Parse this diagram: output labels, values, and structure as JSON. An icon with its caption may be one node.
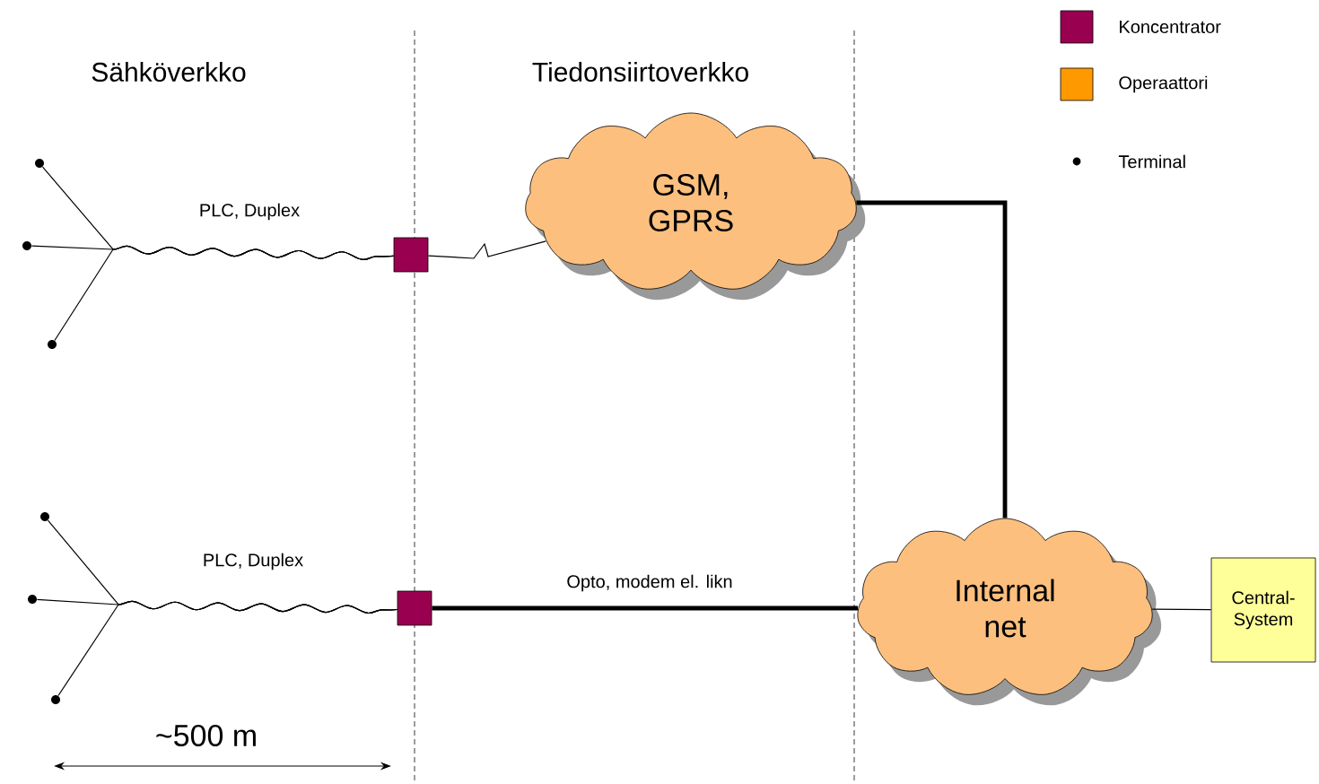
{
  "diagram": {
    "nodes": [
      {
        "text": [],
        "shape": "circle"
      },
      {
        "text": [],
        "shape": "circle"
      },
      {
        "text": [],
        "shape": "circle"
      },
      {
        "text": [],
        "shape": "box"
      },
      {
        "text": [
          "GSM, GPRS"
        ]
      },
      {
        "text": [],
        "shape": "circle"
      },
      {
        "text": [],
        "shape": "circle"
      },
      {
        "text": [],
        "shape": "circle"
      },
      {
        "text": [],
        "shape": "box"
      },
      {
        "text": [
          "Internal net"
        ]
      },
      {
        "text": [
          "Central-System"
        ]
      }
    ],
    "edges": [
      {
        "from": 0,
        "to": 3,
        "arrow": "none"
      },
      {
        "from": 1,
        "to": 3,
        "arrow": "none",
        "label": "PLC, Duplex"
      },
      {
        "from": 2,
        "to": 3,
        "arrow": "none"
      },
      {
        "from": 3,
        "to": 4,
        "arrow": "none"
      },
      {
        "from": 4,
        "to": 9,
        "arrow": "none",
        "style": "thick"
      },
      {
        "from": 5,
        "to": 8,
        "arrow": "none"
      },
      {
        "from": 6,
        "to": 8,
        "arrow": "none",
        "label": "PLC, Duplex"
      },
      {
        "from": 7,
        "to": 8,
        "arrow": "none"
      },
      {
        "from": 8,
        "to": 9,
        "arrow": "none",
        "style": "thick",
        "label": "Opto, modem el. likn"
      },
      {
        "from": 9,
        "to": 10,
        "arrow": "none"
      }
    ],
    "labels": [
      "Sähköverkko",
      "Tiedonsiirtoverkko",
      "~500 m"
    ],
    "legend": [
      {
        "text": "Koncentrator",
        "color": "#990050"
      },
      {
        "text": "Operaattori",
        "color": "#ff9900"
      },
      {
        "text": "Terminal"
      }
    ]
  }
}
